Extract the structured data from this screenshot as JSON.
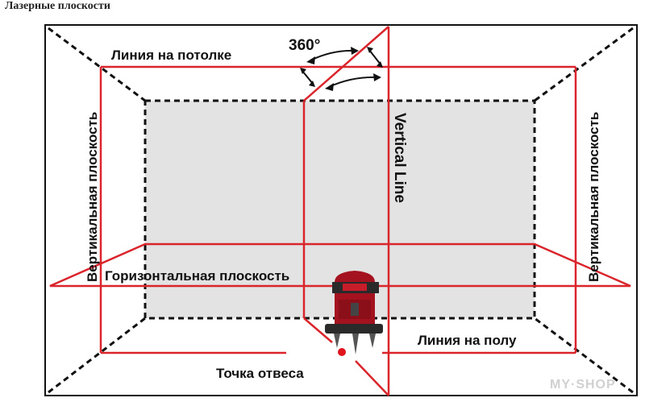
{
  "heading": "Лазерные плоскости",
  "labels": {
    "ceiling_line": "Линия на потолке",
    "vertical_plane_left": "Вертикальная плоскость",
    "vertical_plane_right": "Вертикальная плоскость",
    "vertical_line": "Vertical Line",
    "horizontal_plane": "Горизонтальная плоскость",
    "floor_line": "Линия на полу",
    "plumb_point": "Точка отвеса",
    "rotation": "360°"
  },
  "watermark": "MY·SHOP",
  "colors": {
    "laser": "#d9252b",
    "frame": "#111111",
    "wall": "#e3e3e3",
    "device_red": "#a3121e",
    "device_dark": "#2a2a2a",
    "plumb_dot": "#e0141c"
  }
}
